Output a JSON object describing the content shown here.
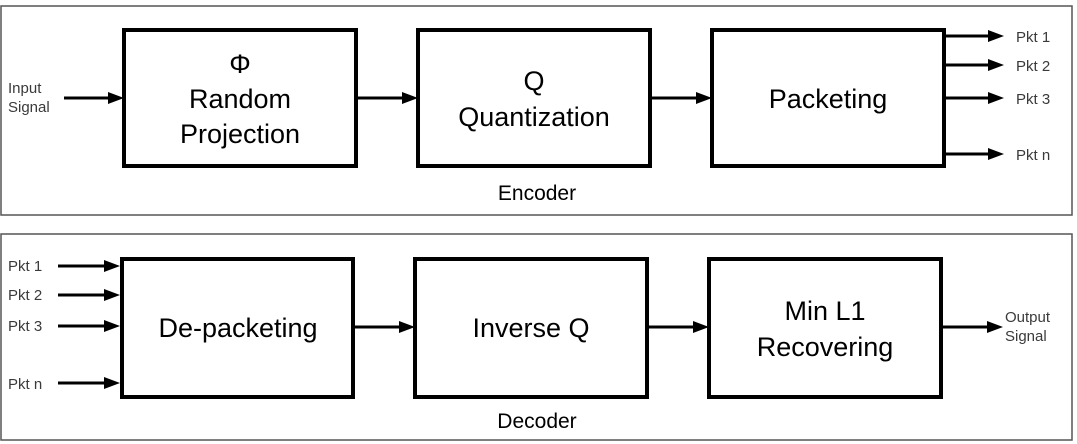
{
  "encoder": {
    "label": "Encoder",
    "input_label": [
      "Input",
      "Signal"
    ],
    "blocks": [
      {
        "lines": [
          "Φ",
          "Random",
          "Projection"
        ]
      },
      {
        "lines": [
          "Q",
          "Quantization"
        ]
      },
      {
        "lines": [
          "Packeting"
        ]
      }
    ],
    "outputs": [
      "Pkt 1",
      "Pkt 2",
      "Pkt 3",
      "Pkt n"
    ]
  },
  "decoder": {
    "label": "Decoder",
    "inputs": [
      "Pkt 1",
      "Pkt 2",
      "Pkt 3",
      "Pkt n"
    ],
    "blocks": [
      {
        "lines": [
          "De-packeting"
        ]
      },
      {
        "lines": [
          "Inverse Q"
        ]
      },
      {
        "lines": [
          "Min L1",
          "Recovering"
        ]
      }
    ],
    "output_label": [
      "Output",
      "Signal"
    ]
  }
}
